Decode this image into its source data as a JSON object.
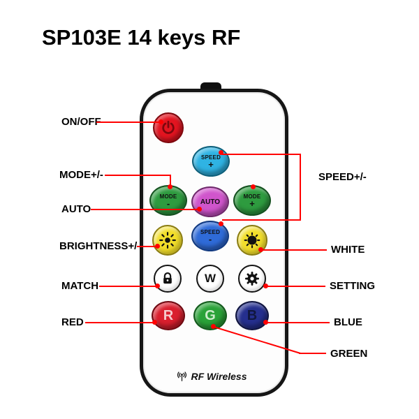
{
  "title": "SP103E 14 keys RF",
  "remote": {
    "brand": "RF Wireless",
    "buttons": {
      "speed_plus": {
        "line1": "SPEED",
        "line2": "+"
      },
      "mode_minus": {
        "line1": "MODE",
        "line2": "-"
      },
      "auto": {
        "label": "AUTO"
      },
      "mode_plus": {
        "line1": "MODE",
        "line2": "+"
      },
      "speed_minus": {
        "line1": "SPEED",
        "line2": "-"
      },
      "white": {
        "label": "W"
      },
      "red": {
        "label": "R"
      },
      "green": {
        "label": "G"
      },
      "blue": {
        "label": "B"
      }
    },
    "icons": {
      "power": "power-icon",
      "brightness_up": "sun-bright-icon",
      "brightness_down": "sun-dim-icon",
      "match": "lock-icon",
      "setting": "gear-icon",
      "brand": "antenna-icon"
    }
  },
  "callouts": {
    "on_off": "ON/OFF",
    "mode": "MODE+/-",
    "auto": "AUTO",
    "brightness": "BRIGHTNESS+/-",
    "match": "MATCH",
    "red": "RED",
    "speed": "SPEED+/-",
    "white": "WHITE",
    "setting": "SETTING",
    "blue": "BLUE",
    "green": "GREEN"
  },
  "colors": {
    "callout_red": "#ff0000",
    "power_key": "#e31420",
    "speed_plus_key": "#2fb3e3",
    "mode_key": "#2e9b3f",
    "auto_key": "#d055cc",
    "speed_minus_key": "#2f6bd8",
    "brightness_key": "#f2de2a",
    "red_key": "#da1f2e",
    "green_key": "#2aa238",
    "blue_key": "#252f8e",
    "body_outline": "#161616"
  }
}
